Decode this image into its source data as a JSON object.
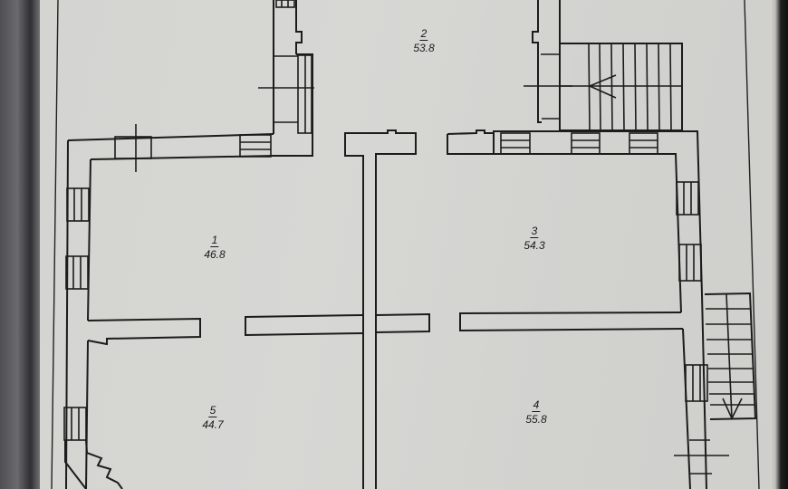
{
  "floor_plan": {
    "type": "floor-plan",
    "colors": {
      "paper": "#d5d5d2",
      "lines": "#1c1c1c",
      "background": "#5a5a5e"
    },
    "rooms": [
      {
        "number": "1",
        "area": "46.8"
      },
      {
        "number": "2",
        "area": "53.8"
      },
      {
        "number": "3",
        "area": "54.3"
      },
      {
        "number": "4",
        "area": "55.8"
      },
      {
        "number": "5",
        "area": "44.7"
      }
    ],
    "icons": {
      "stair_up_arrow": "arrow-left-icon",
      "stair_down_arrow": "arrow-down-icon"
    }
  }
}
